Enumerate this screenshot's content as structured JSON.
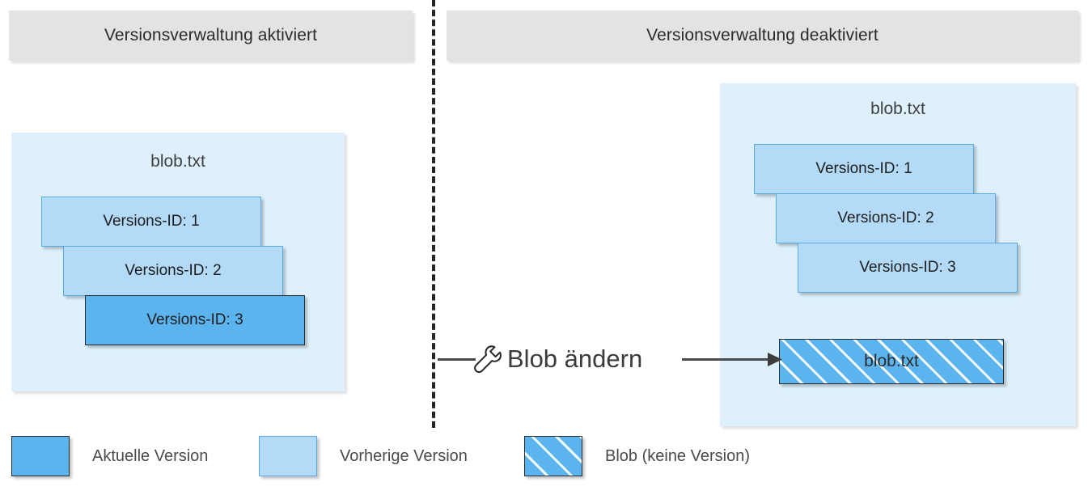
{
  "headers": {
    "left": "Versionsverwaltung aktiviert",
    "right": "Versionsverwaltung deaktiviert"
  },
  "panels": {
    "left": {
      "title": "blob.txt",
      "versions": [
        {
          "label": "Versions-ID: 1",
          "state": "previous"
        },
        {
          "label": "Versions-ID: 2",
          "state": "previous"
        },
        {
          "label": "Versions-ID: 3",
          "state": "current"
        }
      ]
    },
    "right": {
      "title": "blob.txt",
      "versions": [
        {
          "label": "Versions-ID: 1",
          "state": "previous"
        },
        {
          "label": "Versions-ID: 2",
          "state": "previous"
        },
        {
          "label": "Versions-ID: 3",
          "state": "previous"
        }
      ],
      "blob": {
        "label": "blob.txt",
        "state": "unversioned"
      }
    }
  },
  "action": {
    "label": "Blob ändern",
    "icon": "wrench-icon"
  },
  "legend": [
    {
      "label": "Aktuelle Version",
      "swatch": "current"
    },
    {
      "label": "Vorherige Version",
      "swatch": "previous"
    },
    {
      "label": "Blob (keine Version)",
      "swatch": "hatch"
    }
  ],
  "colors": {
    "header_gray": "#E3E3E3",
    "container_bg": "#DDF0FB",
    "current_version": "#5BB4EE",
    "previous_version": "#B3DBF8",
    "previous_border": "#5AA9E0",
    "outline_dark": "#2B2B2B",
    "connector": "#4A4A4A",
    "text_dark": "#2B2B2B",
    "text_gray": "#4A4A4A"
  }
}
